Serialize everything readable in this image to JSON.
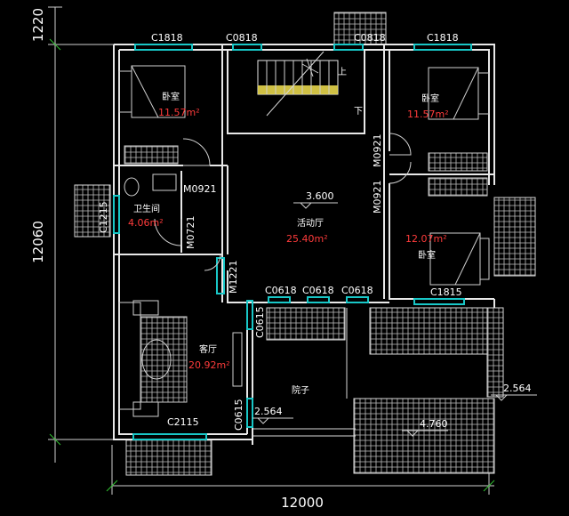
{
  "dimensions": {
    "top_offset": "1220",
    "height": "12060",
    "width": "12000"
  },
  "windows": {
    "c1818_left": "C1818",
    "c0818_left": "C0818",
    "c0818_right": "C0818",
    "c1818_right": "C1818",
    "c1215": "C1215",
    "c0618_a": "C0618",
    "c0618_b": "C0618",
    "c0618_c": "C0618",
    "c1815": "C1815",
    "c2115": "C2115",
    "c0615_a": "C0615",
    "c0615_b": "C0615"
  },
  "doors": {
    "m0921_left": "M0921",
    "m0721": "M0721",
    "m1221": "M1221",
    "m0921_r1": "M0921",
    "m0921_r2": "M0921"
  },
  "rooms": {
    "bedroom_left": {
      "name": "卧室",
      "area": "11.57m²"
    },
    "bedroom_right_top": {
      "name": "卧室",
      "area": "11.57m²"
    },
    "bedroom_right_bottom": {
      "name": "卧室",
      "area": "12.07m²"
    },
    "bathroom": {
      "name": "卫生间",
      "area": "4.06m²"
    },
    "activity_hall": {
      "name": "活动厅",
      "area": "25.40m²"
    },
    "living_room": {
      "name": "客厅",
      "area": "20.92m²"
    },
    "courtyard": {
      "name": "院子"
    }
  },
  "stairs": {
    "up": "上",
    "down": "下"
  },
  "elevations": {
    "hall": "3.600",
    "right": "2.564",
    "bottom_left": "2.564",
    "bottom": "4.760"
  }
}
